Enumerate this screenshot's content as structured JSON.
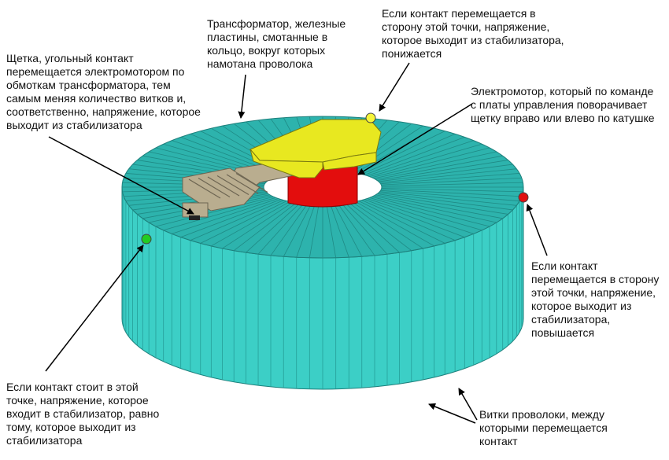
{
  "labels": {
    "transformer": "Трансформатор, железные\nпластины, смотанные в\nкольцо, вокруг которых\nнамотана проволока",
    "contact_top": "Если контакт перемещается в\nсторону этой точки, напряжение,\nкоторое выходит из стабилизатора,\nпонижается",
    "brush": "Щетка, угольный контакт\nперемещается электромотором по\nобмоткам трансформатора, тем\nсамым меняя количество витков и,\nсоответственно, напряжение, которое\nвыходит из стабилизатора",
    "motor": "Электромотор, который по команде\nс платы управления поворачивает\nщетку вправо или влево по катушке",
    "contact_right": "Если контакт\nперемещается в сторону\nэтой точки, напряжение,\nкоторое выходит из\nстабилизатора,\nповышается",
    "contact_left": "Если контакт стоит в этой\nточке, напряжение, которое\nвходит в стабилизатор, равно\nтому, которое выходит из\nстабилизатора",
    "coils": "Витки проволоки, между\nкоторыми перемещается\nконтакт"
  },
  "colors": {
    "coil_top": "#2db3ad",
    "coil_side": "#3ccfc6",
    "motor_red": "#e30d0d",
    "yellow": "#e8e820",
    "brush_grey": "#b9ad8f",
    "dot_yellow": "#f5f53a",
    "dot_red": "#e01010",
    "dot_green": "#22cc22"
  },
  "icons": {
    "top_point": "yellow-dot",
    "right_point": "red-dot",
    "left_point": "green-dot"
  }
}
